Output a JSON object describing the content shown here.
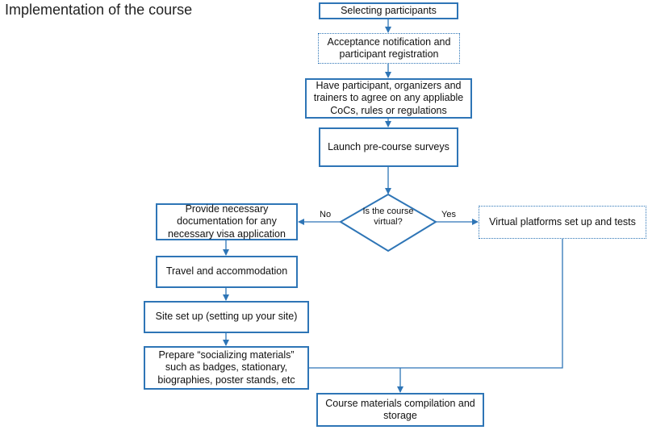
{
  "page": {
    "title": "Implementation of the course"
  },
  "nodes": {
    "selecting": "Selecting participants",
    "acceptance": "Acceptance notification and participant registration",
    "agree": "Have participant, organizers and trainers to agree on any appliable CoCs, rules or regulations",
    "surveys": "Launch pre-course surveys",
    "decision": "Is the course virtual?",
    "visa": "Provide necessary documentation for any necessary visa application",
    "travel": "Travel and accommodation",
    "site": "Site set up (setting up your site)",
    "socializing": "Prepare “socializing materials” such as badges, stationary, biographies, poster stands, etc",
    "virtual": "Virtual platforms set up and tests",
    "materials": "Course materials compilation and storage"
  },
  "edges": {
    "no": "No",
    "yes": "Yes"
  },
  "colors": {
    "line": "#2e75b6",
    "border": "#2e75b6"
  }
}
